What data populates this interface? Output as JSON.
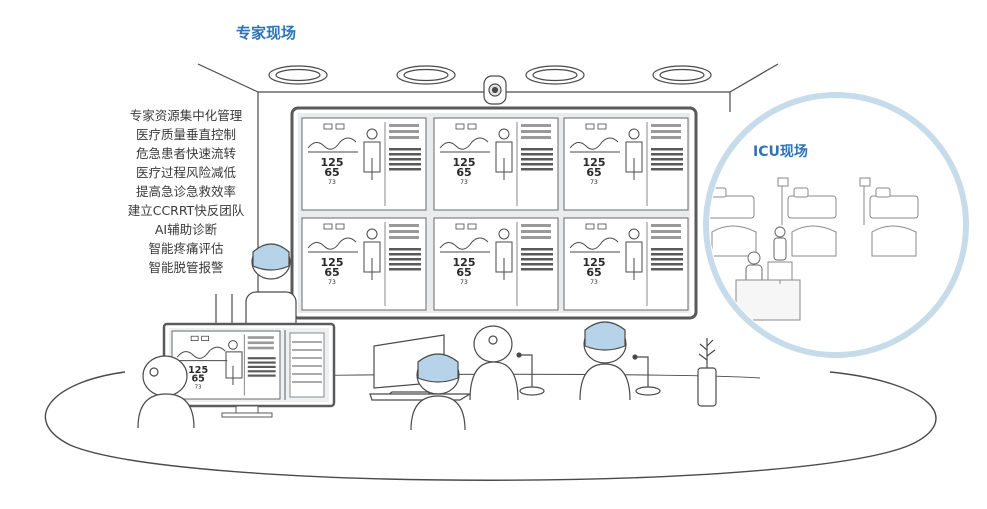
{
  "labels": {
    "expert_site": "专家现场",
    "icu_site": "ICU现场"
  },
  "features": [
    "专家资源集中化管理",
    "医疗质量垂直控制",
    "危急患者快速流转",
    "医疗过程风险减低",
    "提高急诊急救效率",
    "建立CCRRT快反团队",
    "AI辅助诊断",
    "智能疼痛评估",
    "智能脱管报警"
  ],
  "vitals": {
    "systolic": "125",
    "diastolic": "65",
    "rate": "73"
  },
  "colors": {
    "accent": "#2f73b5",
    "line": "#4a4a4a",
    "screen_frame": "#5a5a5a",
    "cap_blue": "#b7d3ea",
    "icu_circle": "#c7dcea"
  },
  "icons": {
    "camera": "ceiling-camera-icon",
    "microphone": "desk-microphone-icon",
    "plant": "plant-vase-icon"
  }
}
